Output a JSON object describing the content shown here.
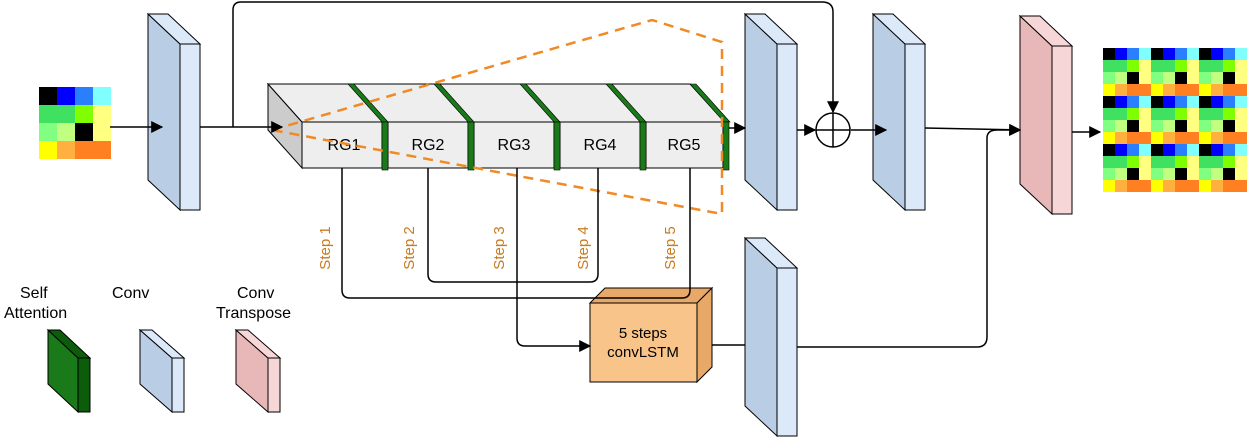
{
  "blocks": [
    "RG1",
    "RG2",
    "RG3",
    "RG4",
    "RG5"
  ],
  "steps": [
    "Step 1",
    "Step 2",
    "Step 3",
    "Step 4",
    "Step 5"
  ],
  "lstm": {
    "line1": "5 steps",
    "line2": "convLSTM"
  },
  "legend": {
    "self_attention": {
      "line1": "Self",
      "line2": "Attention"
    },
    "conv": {
      "line1": "Conv"
    },
    "conv_transpose": {
      "line1": "Conv",
      "line2": "Transpose"
    }
  },
  "colors": {
    "conv_face": "#b9cde4",
    "conv_side": "#dce9f8",
    "conv_transpose_face": "#e8b8b8",
    "conv_transpose_side": "#f6d6d6",
    "attention_face": "#1a7a1a",
    "attention_side": "#0c5c0c",
    "rg_front": "#eeeeee",
    "rg_side": "#cccccc",
    "lstm_face": "#f9c48a",
    "lstm_side": "#e8a868",
    "step_label": "#c77b22",
    "receptive_field": "#f08a24"
  },
  "input_grid": [
    [
      "#000000",
      "#0000ff",
      "#2a7fff",
      "#7fffff"
    ],
    [
      "#40e060",
      "#40e060",
      "#7fff00",
      "#ffff80"
    ],
    [
      "#80ff80",
      "#c0ff80",
      "#000000",
      "#ffff80"
    ],
    [
      "#ffff00",
      "#ffb040",
      "#ff8020",
      "#ff8020"
    ]
  ]
}
